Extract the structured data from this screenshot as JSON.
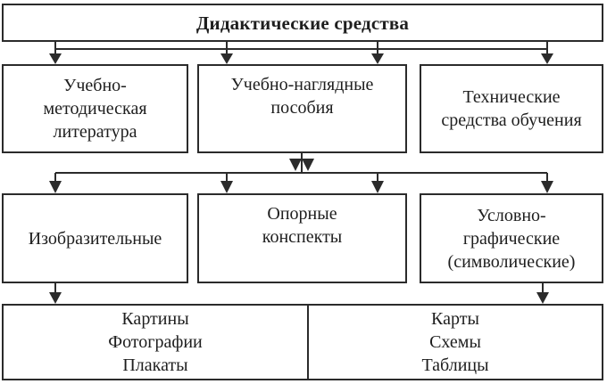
{
  "diagram": {
    "root": {
      "label": "Дидактические средства"
    },
    "level1": [
      {
        "id": "l1-methodical",
        "label": "Учебно-\nметодическая\nлитература"
      },
      {
        "id": "l1-visual",
        "label": "Учебно-наглядные\nпособия"
      },
      {
        "id": "l1-technical",
        "label": "Технические\nсредства обучения"
      }
    ],
    "level2": [
      {
        "id": "l2-pictorial",
        "label": "Изобразительные"
      },
      {
        "id": "l2-notes",
        "label": "Опорные\nконспекты"
      },
      {
        "id": "l2-symbolic",
        "label": "Условно-\nграфические\n(символические)"
      }
    ],
    "level3": [
      {
        "id": "l3-pictures",
        "label": "Картины\nФотографии\nПлакаты"
      },
      {
        "id": "l3-maps",
        "label": "Карты\nСхемы\nТаблицы"
      }
    ],
    "colors": {
      "line": "#2b2b2b",
      "text": "#1e1e1e",
      "background": "#ffffff"
    }
  }
}
